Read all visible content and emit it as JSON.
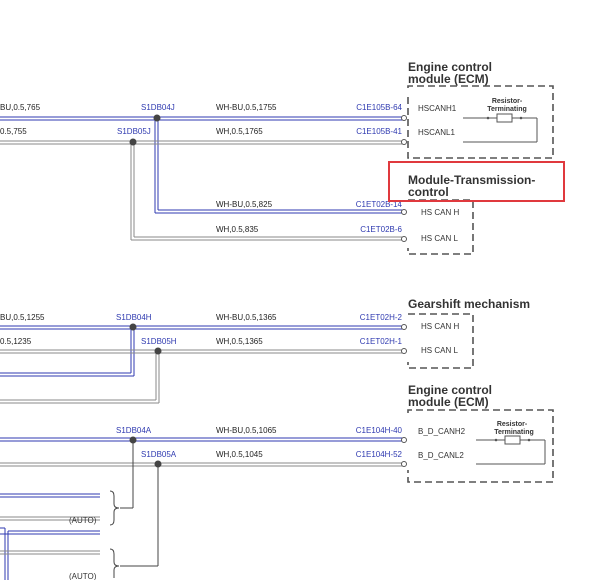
{
  "modules": {
    "ecm_top": {
      "title_line1": "Engine control",
      "title_line2": "module (ECM)",
      "pin_high": "HSCANH1",
      "pin_low": "HSCANL1",
      "resistor_line1": "Resistor-",
      "resistor_line2": "Terminating"
    },
    "tcm": {
      "title_line1": "Module-Transmission-",
      "title_line2": "control",
      "pin_high": "HS CAN H",
      "pin_low": "HS CAN L"
    },
    "gearshift": {
      "title": "Gearshift mechanism",
      "pin_high": "HS CAN H",
      "pin_low": "HS CAN L"
    },
    "ecm_bottom": {
      "title_line1": "Engine control",
      "title_line2": "module (ECM)",
      "pin_high": "B_D_CANH2",
      "pin_low": "B_D_CANL2",
      "resistor_line1": "Resistor-",
      "resistor_line2": "Terminating"
    }
  },
  "wires": {
    "w1": "BU,0.5,765",
    "w2": "0.5,755",
    "w3": "WH-BU,0.5,1755",
    "w4": "WH,0.5,1765",
    "w5": "WH-BU,0.5,825",
    "w6": "WH,0.5,835",
    "w7": "BU,0.5,1255",
    "w8": "0.5,1235",
    "w9": "WH-BU,0.5,1365",
    "w10": "WH,0.5,1365",
    "w11": "WH-BU,0.5,1065",
    "w12": "WH,0.5,1045"
  },
  "splices": {
    "s1": "S1DB04J",
    "s2": "S1DB05J",
    "s3": "S1DB04H",
    "s4": "S1DB05H",
    "s5": "S1DB04A",
    "s6": "S1DB05A"
  },
  "connectors": {
    "c1": "C1E105B-64",
    "c2": "C1E105B-41",
    "c3": "C1ET02B-14",
    "c4": "C1ET02B-6",
    "c5": "C1ET02H-2",
    "c6": "C1ET02H-1",
    "c7": "C1E104H-40",
    "c8": "C1E104H-52"
  },
  "auto_labels": {
    "a1": "(AUTO)",
    "a2": "(AUTO)"
  },
  "colors": {
    "can_high": "#2f3ab0",
    "can_low": "#8a8a8a",
    "connector_text": "#2f3ab0",
    "highlight_box": "#e0393e"
  }
}
